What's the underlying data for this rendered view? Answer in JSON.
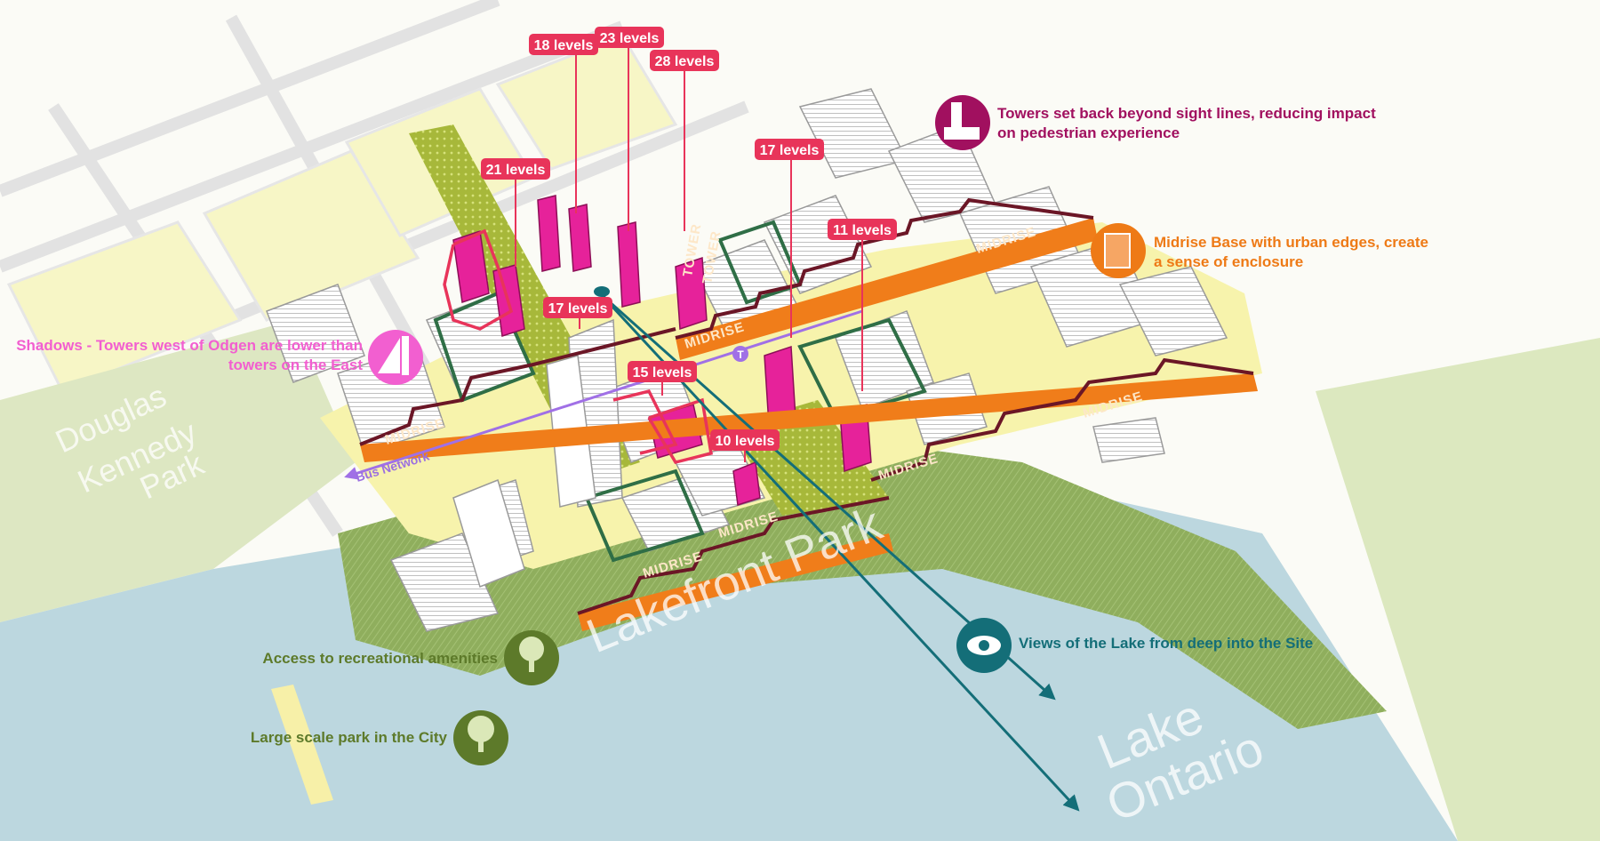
{
  "colors": {
    "water": "#bcd7df",
    "park": "#8fae5d",
    "park_light": "#dbe8b8",
    "street": "#f4f0a9",
    "tower": "#e6229a",
    "midrise": "#f07d1a",
    "label": "#e8345a",
    "view": "#146e78",
    "bus": "#a070e6",
    "shadow_note": "#f25fd0",
    "tower_note": "#a1105f",
    "midrise_note": "#ee7a16",
    "rec_note": "#5d7a2a"
  },
  "places": {
    "douglas_kennedy": [
      "Douglas",
      "Kennedy",
      "Park"
    ],
    "lakefront": "Lakefront Park",
    "lake": [
      "Lake",
      "Ontario"
    ]
  },
  "levels": [
    "18 levels",
    "23 levels",
    "28 levels",
    "21 levels",
    "17 levels",
    "11 levels",
    "17 levels",
    "15 levels",
    "10 levels"
  ],
  "edge_labels": {
    "midrise": "MIDRISE",
    "tower": "TOWER",
    "bus": "Bus Network",
    "transit": "T"
  },
  "annotations": {
    "towers": [
      "Towers set back beyond sight lines, reducing impact",
      "on pedestrian experience"
    ],
    "midrise": [
      "Midrise Base with urban edges, create",
      "a sense of enclosure"
    ],
    "shadows": [
      "Shadows - Towers west of Odgen are lower than",
      "towers on the East"
    ],
    "views": "Views of the Lake from deep into the Site",
    "recreation": "Access to recreational amenities",
    "park": "Large scale park in the City"
  },
  "icons": {
    "towers": "tower-setback-icon",
    "midrise": "midrise-base-icon",
    "shadows": "shadow-icon",
    "views": "eye-icon",
    "recreation": "recreation-tree-icon",
    "park": "tree-icon"
  }
}
